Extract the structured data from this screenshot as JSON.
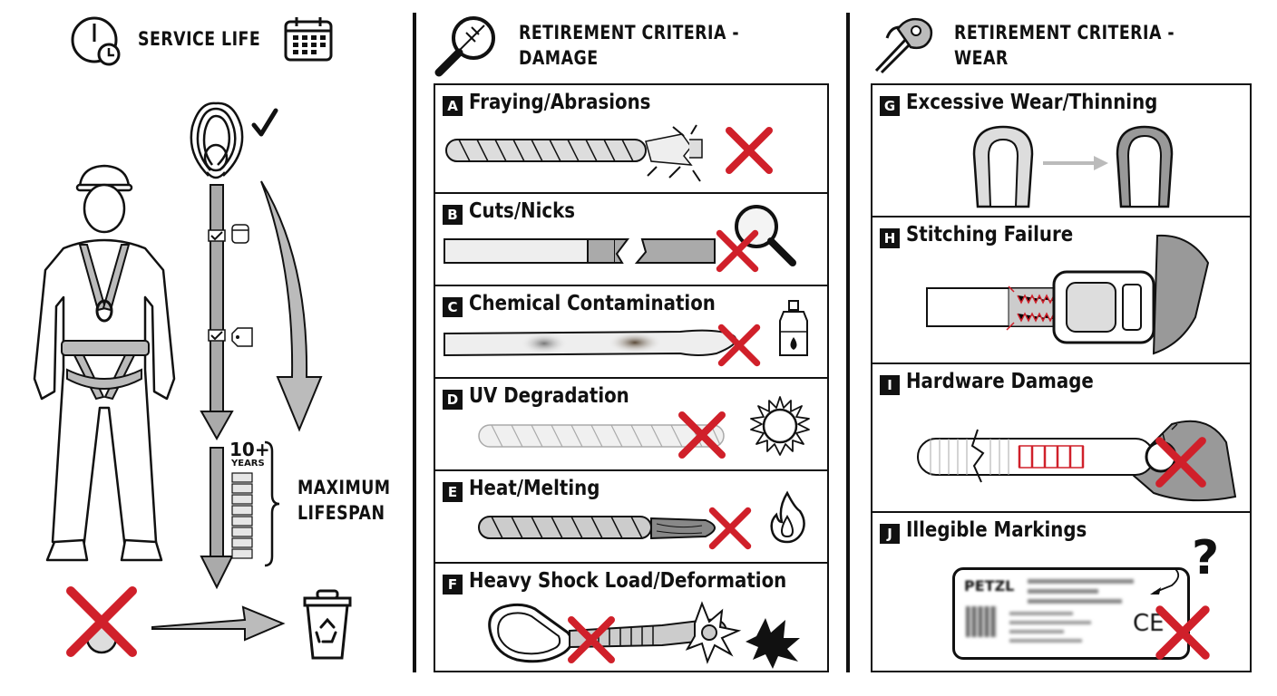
{
  "service_life": {
    "title": "SERVICE LIFE",
    "years_value": "10+",
    "years_unit": "YEARS",
    "max_label": "MAXIMUM\nLIFESPAN"
  },
  "damage": {
    "title": "RETIREMENT CRITERIA -\nDAMAGE",
    "panels": [
      {
        "letter": "A",
        "label": "Fraying/Abrasions"
      },
      {
        "letter": "B",
        "label": "Cuts/Nicks"
      },
      {
        "letter": "C",
        "label": "Chemical Contamination"
      },
      {
        "letter": "D",
        "label": "UV Degradation"
      },
      {
        "letter": "E",
        "label": "Heat/Melting"
      },
      {
        "letter": "F",
        "label": "Heavy Shock Load/Deformation"
      }
    ]
  },
  "wear": {
    "title": "RETIREMENT CRITERIA -\nWEAR",
    "panels": [
      {
        "letter": "G",
        "label": "Excessive Wear/Thinning"
      },
      {
        "letter": "H",
        "label": "Stitching Failure"
      },
      {
        "letter": "I",
        "label": "Hardware Damage"
      },
      {
        "letter": "J",
        "label": "Illegible Markings"
      }
    ],
    "tag_brand": "PETZL",
    "tag_mark": "CE",
    "question_mark": "?"
  },
  "colors": {
    "reject_red": "#d0202a",
    "ink": "#111111",
    "gray": "#9a9a9a",
    "light_gray": "#d8d8d8"
  }
}
